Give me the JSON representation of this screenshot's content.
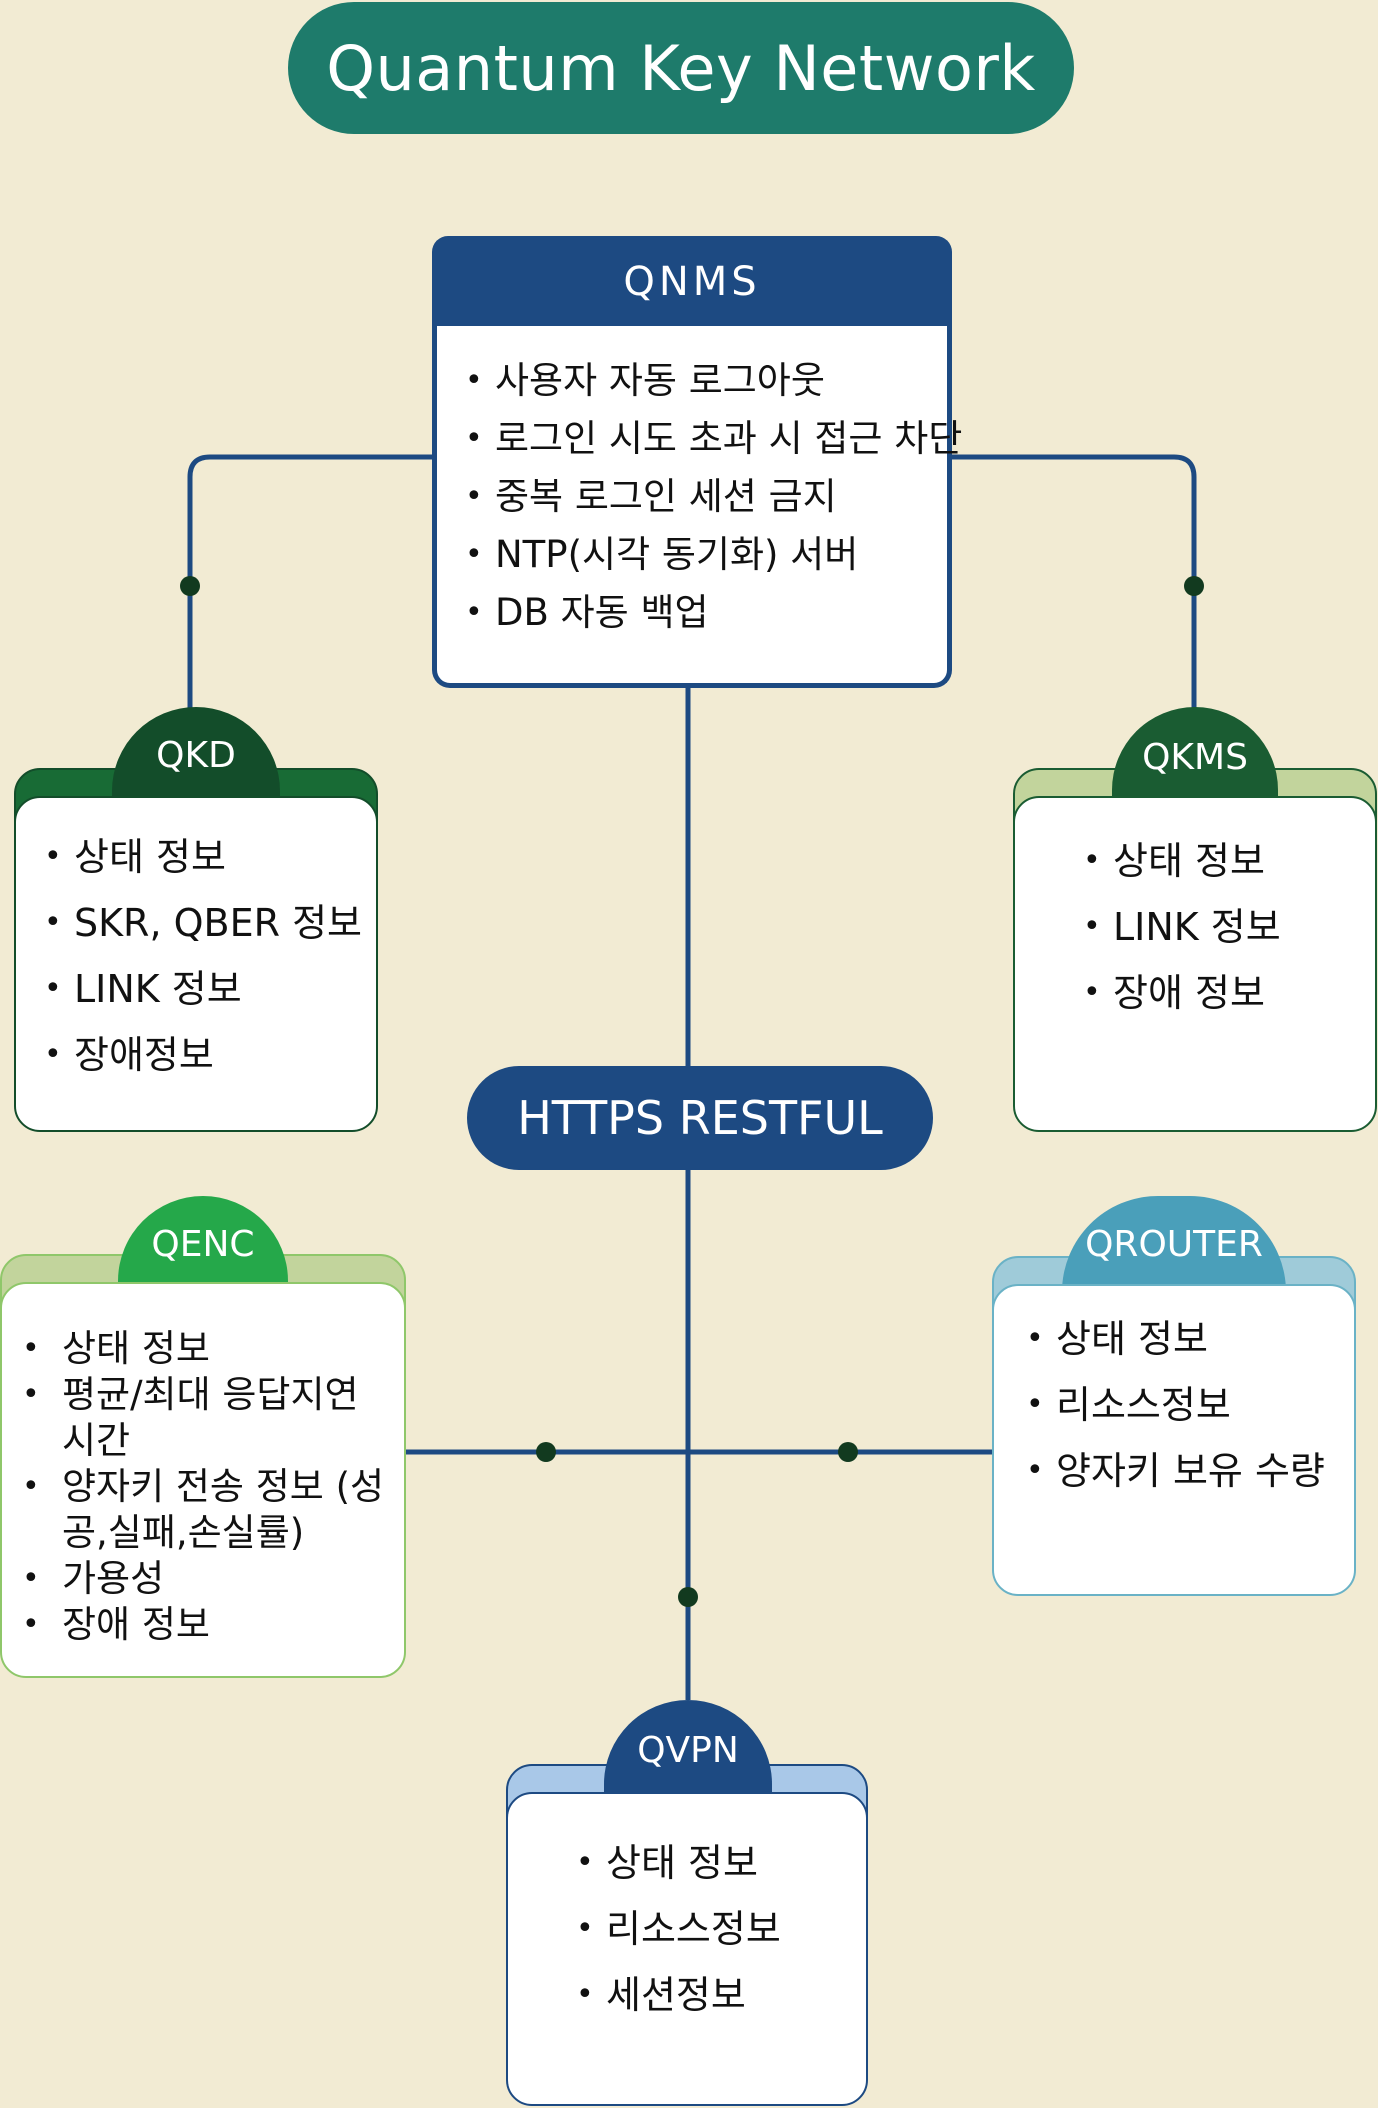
{
  "title": "Quantum Key Network",
  "center": {
    "title": "QNMS",
    "items": [
      "사용자 자동 로그아웃",
      "로그인 시도 초과 시 접근 차단",
      "중복 로그인 세션 금지",
      "NTP(시각 동기화) 서버",
      "DB 자동 백업"
    ]
  },
  "hub": {
    "label": "HTTPS RESTFUL"
  },
  "nodes": {
    "qkd": {
      "title": "QKD",
      "items": [
        "상태 정보",
        "SKR, QBER 정보",
        "LINK 정보",
        "장애정보"
      ]
    },
    "qkms": {
      "title": "QKMS",
      "items": [
        "상태 정보",
        "LINK 정보",
        "장애 정보"
      ]
    },
    "qenc": {
      "title": "QENC",
      "items": [
        "상태 정보",
        "평균/최대 응답지연 시간",
        "양자키 전송 정보 (성공,실패,손실률)",
        "가용성",
        "장애 정보"
      ]
    },
    "qrouter": {
      "title": "QROUTER",
      "items": [
        "상태 정보",
        "리소스정보",
        "양자키 보유 수량"
      ]
    },
    "qvpn": {
      "title": "QVPN",
      "items": [
        "상태 정보",
        "리소스정보",
        "세션정보"
      ]
    }
  },
  "colors": {
    "background": "#f2ebd3",
    "title_pill": "#1e7b6b",
    "navy": "#1d4a82",
    "qkd_dark": "#134d2a",
    "qkd_band": "#186b35",
    "qkms_dark": "#1a5c32",
    "qkms_band": "#c2d49c",
    "qenc_green": "#25a84a",
    "qenc_band": "#c2d49c",
    "qrouter_teal": "#4a9fba",
    "qrouter_band": "#9fcbd9",
    "qvpn_navy": "#1d4a82",
    "qvpn_band": "#a9c8e8"
  }
}
